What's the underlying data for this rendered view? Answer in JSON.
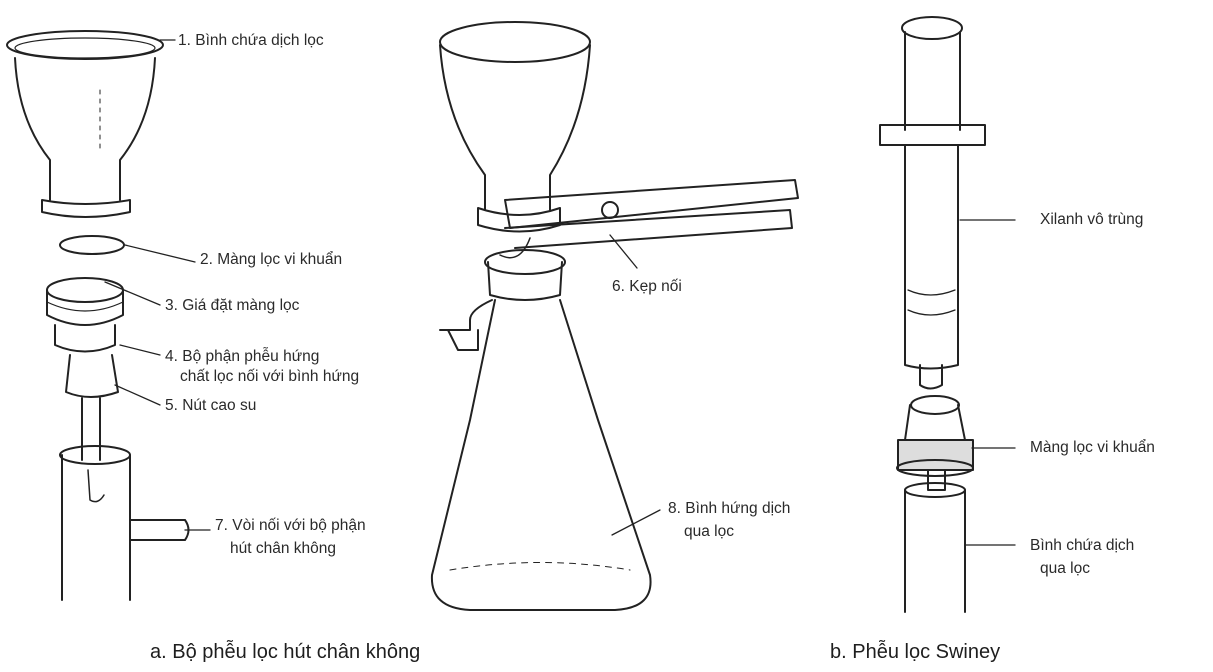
{
  "labels": {
    "l1": "1. Bình chứa dịch lọc",
    "l2": "2. Màng lọc vi khuẩn",
    "l3": "3. Giá đặt màng lọc",
    "l4a": "4. Bộ phận phễu hứng",
    "l4b": "chất lọc nối với bình hứng",
    "l5": "5. Nút cao su",
    "l6": "6. Kẹp  nối",
    "l7a": "7. Vòi nối với bộ phận",
    "l7b": "hút chân không",
    "l8a": "8. Bình hứng dịch",
    "l8b": "qua lọc",
    "xilanh": "Xilanh vô trùng",
    "mang": "Màng lọc vi khuẩn",
    "binh_a": "Bình chứa dịch",
    "binh_b": "qua lọc"
  },
  "captions": {
    "a": "a. Bộ phễu lọc hút chân không",
    "b": "b. Phễu lọc Swiney"
  }
}
